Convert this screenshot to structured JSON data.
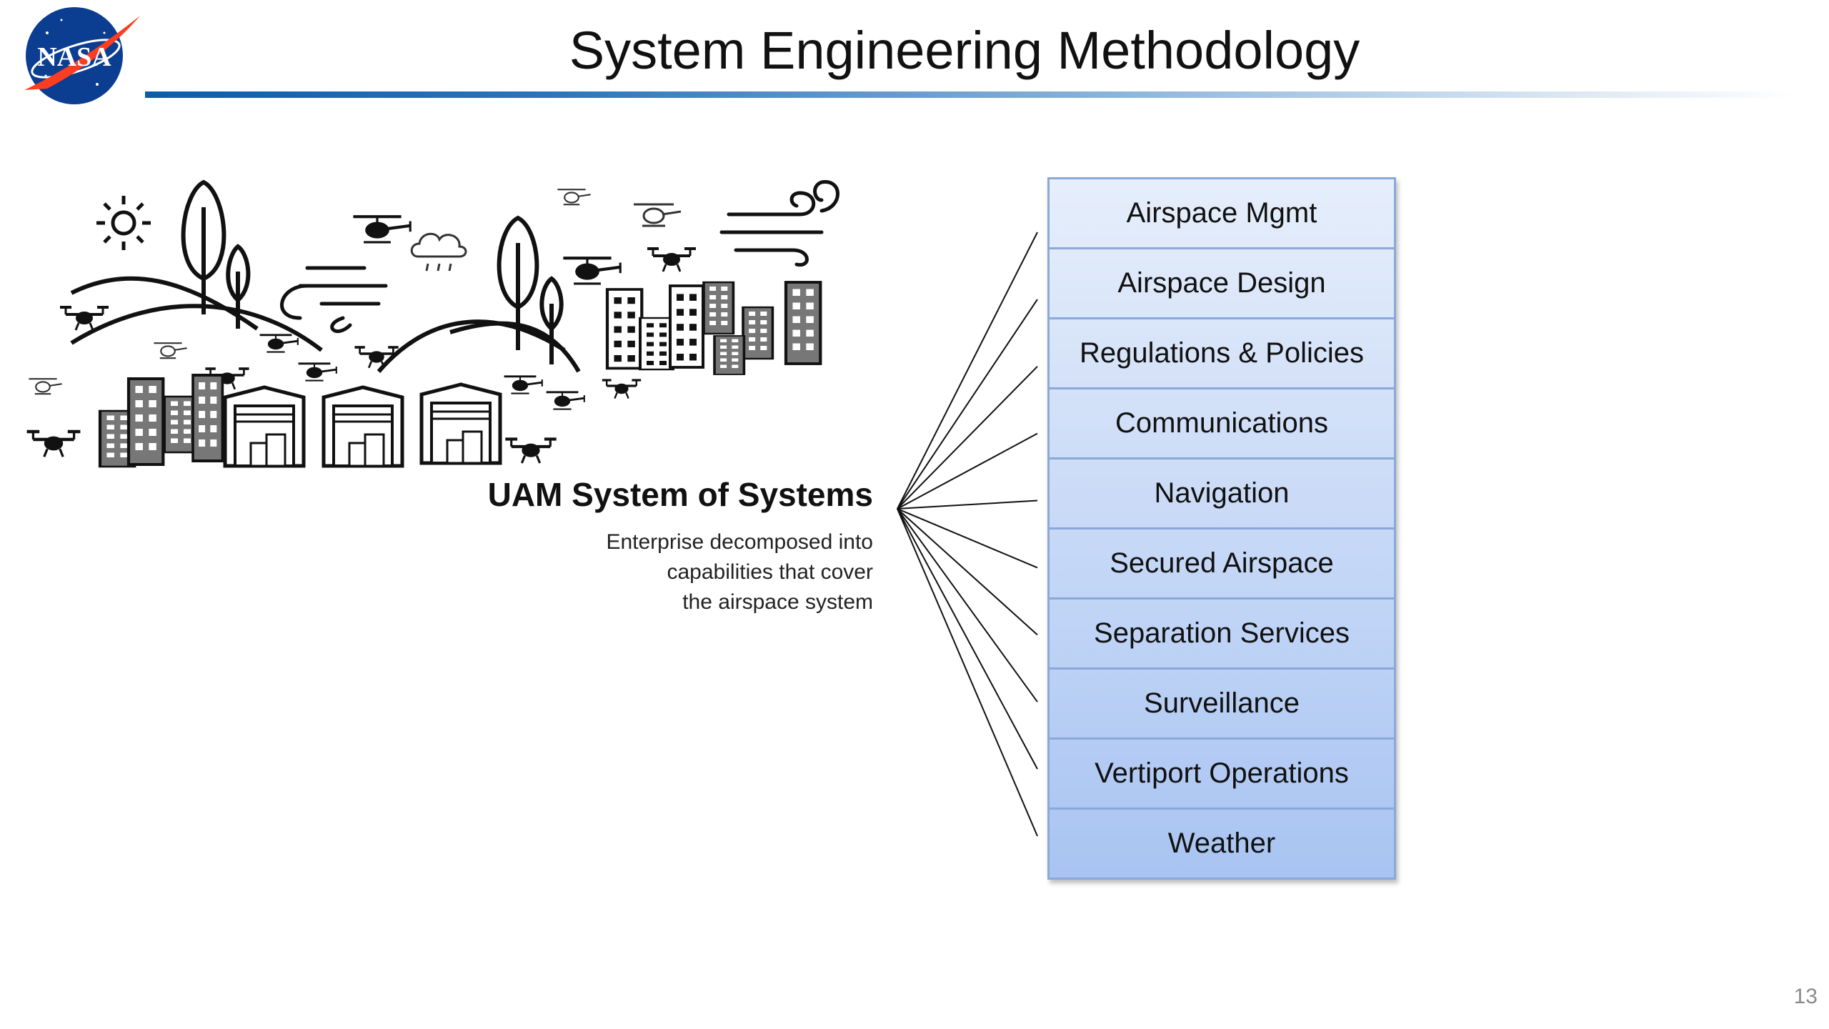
{
  "header": {
    "title": "System Engineering Methodology",
    "logo_text": "NASA"
  },
  "colors": {
    "title_rule": "#0b5cab",
    "box_fill_top": "#e6eefb",
    "box_fill_bottom": "#a9c4f2",
    "box_border": "#8aa8d8",
    "nasa_blue": "#0b3d91",
    "nasa_red": "#fc3d21"
  },
  "system": {
    "heading": "UAM System of Systems",
    "description": [
      "Enterprise decomposed into",
      "capabilities that cover",
      "the airspace system"
    ]
  },
  "capabilities": [
    "Airspace Mgmt",
    "Airspace Design",
    "Regulations & Policies",
    "Communications",
    "Navigation",
    "Secured Airspace",
    "Separation Services",
    "Surveillance",
    "Vertiport Operations",
    "Weather"
  ],
  "illustration": {
    "icons": [
      "sun-icon",
      "tree-icon",
      "hill-icon",
      "cloud-rain-icon",
      "wind-icon",
      "drone-icon",
      "helicopter-icon",
      "building-icon",
      "hangar-icon"
    ]
  },
  "footer": {
    "page_number": "13"
  }
}
